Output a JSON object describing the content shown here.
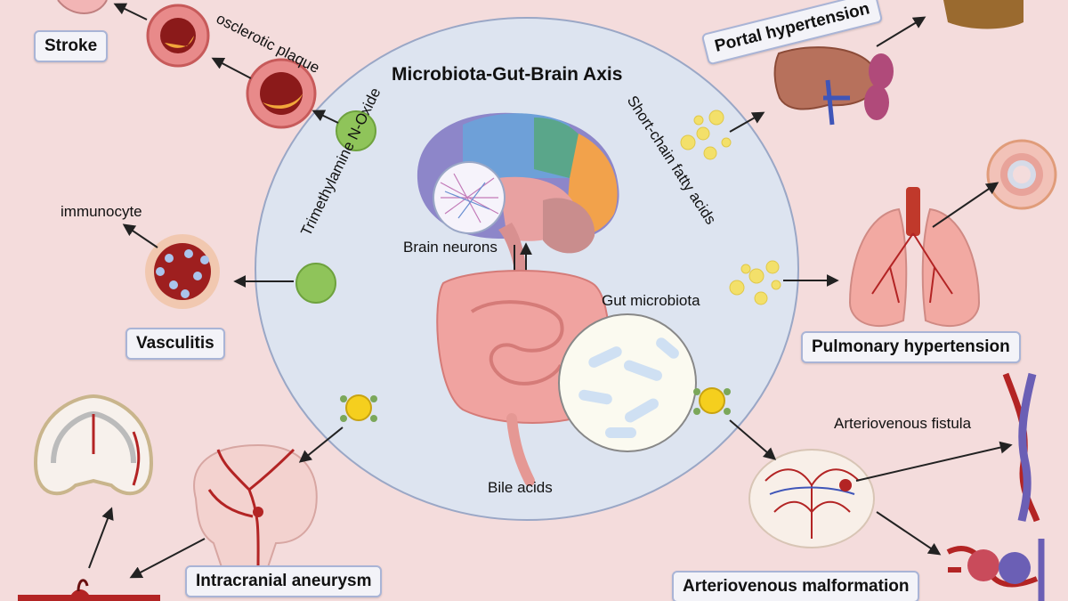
{
  "title": "Microbiota-Gut-Brain Axis",
  "center_labels": {
    "brain_neurons": "Brain neurons",
    "gut_microbiota": "Gut microbiota",
    "bile_acids": "Bile acids",
    "tmao": "Trimethylamine N-Oxide",
    "scfa": "Short-chain fatty acids"
  },
  "outcomes": {
    "stroke": "Stroke",
    "vasculitis": "Vasculitis",
    "intracranial_aneurysm": "Intracranial aneurysm",
    "portal_hypertension": "Portal hypertension",
    "pulmonary_hypertension": "Pulmonary hypertension",
    "arteriovenous_malformation": "Arteriovenous malformation"
  },
  "annotations": {
    "atherosclerotic_plaque": "osclerotic plaque",
    "immunocyte": "immunocyte",
    "arteriovenous_fistula": "Arteriovenous fistula"
  },
  "colors": {
    "background": "#f4dcdc",
    "center_circle": "#dde4f0",
    "box_border": "#a9b4d6",
    "tmao_green": "#8fc45a",
    "scfa_yellow": "#f3e06a",
    "artery_red": "#b32424"
  }
}
